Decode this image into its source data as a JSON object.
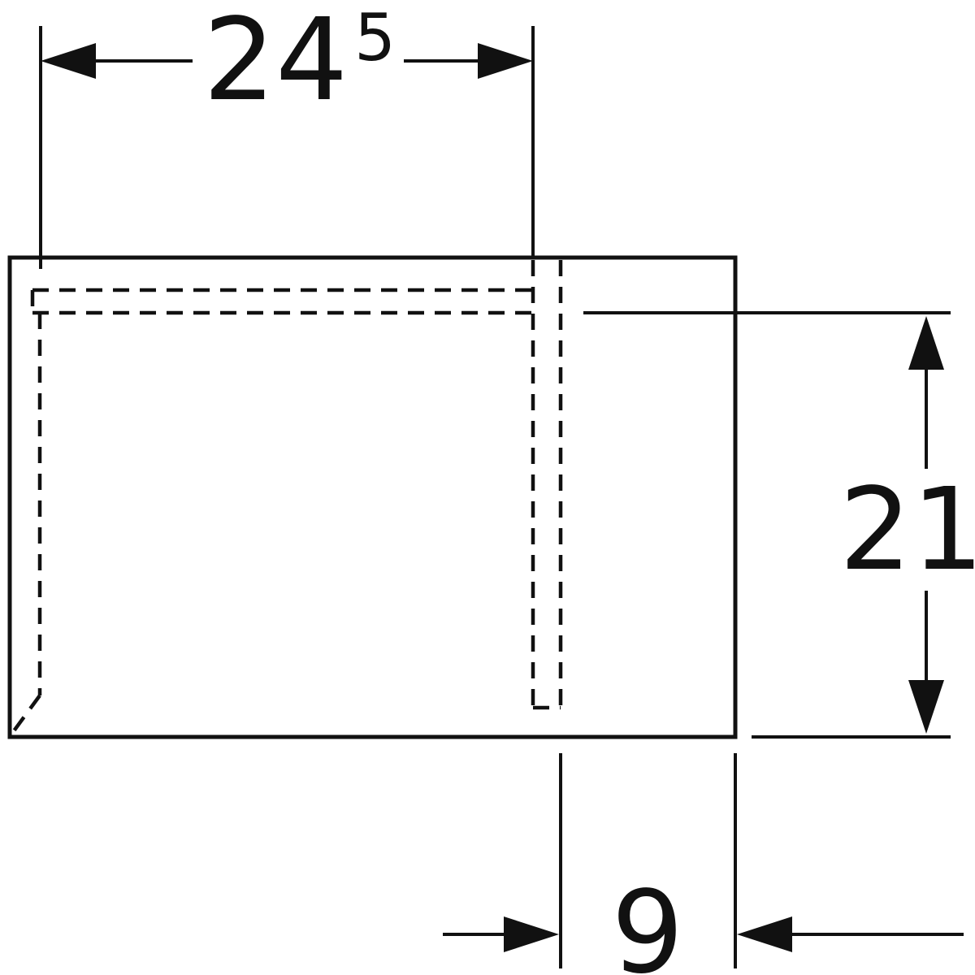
{
  "drawing": {
    "background_color": "#ffffff",
    "line_color": "#111111",
    "dimensions": {
      "width": {
        "value": "24",
        "superscript": "5"
      },
      "height": {
        "value": "21"
      },
      "offset": {
        "value": "9"
      }
    }
  }
}
